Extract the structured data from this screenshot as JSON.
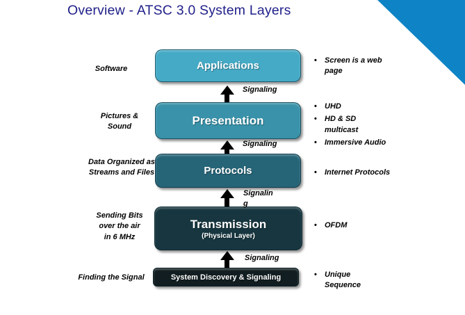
{
  "title": "Overview - ATSC 3.0 System Layers",
  "bullet_char": "•",
  "colors": {
    "title_text": "#1F1F8A",
    "corner_triangle": "#0E84C6",
    "arrow": "#000000",
    "applications_box": "#45AAC5",
    "presentation_box": "#3992A9",
    "protocols_box": "#266578",
    "transmission_box": "#17363F",
    "discovery_box": "#111D20"
  },
  "layers": [
    {
      "name": "Applications",
      "box_label": "Applications",
      "left_label": "Software",
      "box_color": "#45AAC5",
      "bullets": [
        "Screen is a web\npage"
      ]
    },
    {
      "name": "Presentation",
      "box_label": "Presentation",
      "left_label": "Pictures &\nSound",
      "box_color": "#3992A9",
      "bullets": [
        "UHD",
        "HD & SD\nmulticast",
        "Immersive Audio"
      ]
    },
    {
      "name": "Protocols",
      "box_label": "Protocols",
      "left_label": "Data Organized as\nStreams and Files",
      "box_color": "#266578",
      "bullets": [
        "Internet Protocols"
      ]
    },
    {
      "name": "Transmission",
      "box_label": "Transmission",
      "box_sublabel": "(Physical Layer)",
      "left_label": "Sending Bits\nover the air\nin 6 MHz",
      "box_color": "#17363F",
      "bullets": [
        "OFDM"
      ]
    },
    {
      "name": "System Discovery & Signaling",
      "box_label": "System Discovery & Signaling",
      "left_label": "Finding the Signal",
      "box_color": "#111D20",
      "bullets": [
        "Unique\nSequence"
      ]
    }
  ],
  "arrows": [
    {
      "label": "Signaling"
    },
    {
      "label": "Signaling"
    },
    {
      "label": "Signalin\ng"
    },
    {
      "label": "Signaling"
    }
  ]
}
